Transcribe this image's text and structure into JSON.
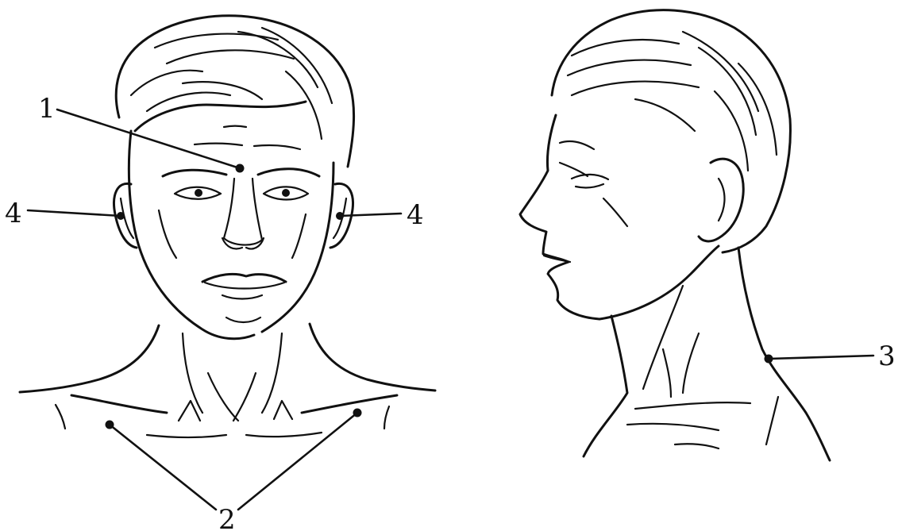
{
  "figure": {
    "label_1": "1",
    "label_2": "2",
    "label_3": "3",
    "label_4_left": "4",
    "label_4_right": "4"
  }
}
